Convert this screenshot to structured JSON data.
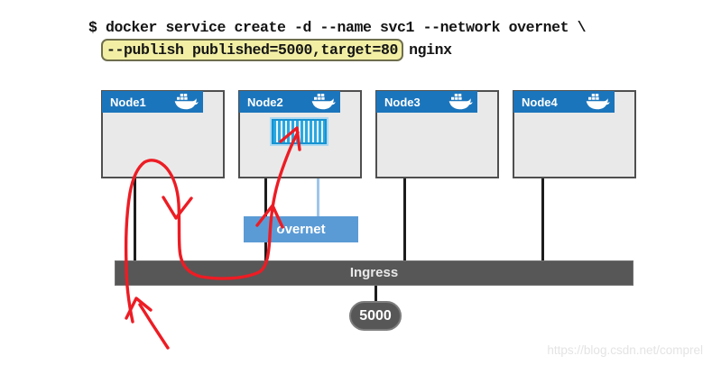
{
  "command": {
    "line1": "$ docker service create -d --name svc1 --network overnet \\",
    "highlighted_option": "--publish published=5000,target=80",
    "suffix": "nginx"
  },
  "nodes": [
    {
      "label": "Node1"
    },
    {
      "label": "Node2"
    },
    {
      "label": "Node3"
    },
    {
      "label": "Node4"
    }
  ],
  "network": {
    "label": "overnet"
  },
  "ingress": {
    "label": "Ingress",
    "published_port": "5000"
  },
  "watermark": "https://blog.csdn.net/comprel",
  "icons": {
    "docker_whale": "docker-whale-icon",
    "container": "container-icon"
  },
  "colors": {
    "node_header_blue": "#1b75bc",
    "node_body_gray": "#e9e9e9",
    "container_blue": "#29a8e0",
    "overnet_blue": "#5b9bd5",
    "ingress_gray": "#575757",
    "highlight_yellow": "#f2efa5",
    "annotation_red": "#ed1c24"
  }
}
